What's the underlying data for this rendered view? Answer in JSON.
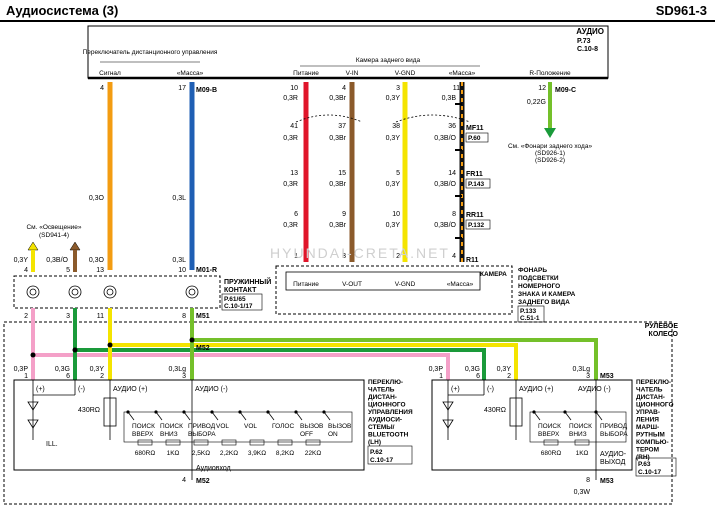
{
  "header": {
    "title": "Аудиосистема (3)",
    "code": "SD961-3"
  },
  "audio_unit": {
    "name": "АУДИО",
    "ref_p": "P.73",
    "ref_c": "C.10-8",
    "group_remote": "Переключатель дистанционного управления",
    "group_camera": "Камера заднего вида",
    "pins": {
      "signal": "Сигнал",
      "ground": "«Масса»",
      "power": "Питание",
      "vin": "V-IN",
      "vgnd": "V-GND",
      "ground2": "«Масса»",
      "rpos": "R-Положение"
    },
    "pin_numbers": {
      "signal": "4",
      "ground": "17",
      "power": "10",
      "vin": "4",
      "vgnd": "3",
      "ground2": "11",
      "rpos": "12"
    },
    "connector_b": "M09-B",
    "connector_c": "M09-C"
  },
  "wires": {
    "w1": "0,3R",
    "w2": "0,3Br",
    "w3": "0,3Y",
    "w4": "0,3B",
    "w5": "0,22G",
    "w6": "0,3O",
    "w7": "0,3L",
    "w8": "0,3Lg",
    "w9": "0,3P",
    "w10": "0,3G",
    "w11": "0,3B/O",
    "w12": "0,3W",
    "w13": "0,3Y"
  },
  "connectors": {
    "mf11": "MF11",
    "mf11_ref": "P.60",
    "fr11": "FR11",
    "fr11_ref": "P.143",
    "rr11": "RR11",
    "rr11_ref": "P.132",
    "r11": "R11",
    "m01r": "M01-R",
    "m51": "M51",
    "m52": "M52",
    "m53": "M53",
    "m52b": "M52",
    "m53b": "M53"
  },
  "mf11_pins": [
    "41",
    "37",
    "38",
    "36"
  ],
  "fr11_pins": [
    "13",
    "15",
    "5",
    "14"
  ],
  "rr11_pins": [
    "6",
    "9",
    "10",
    "8"
  ],
  "r11_pins": [
    "1",
    "3",
    "2",
    "4"
  ],
  "m01r_pins": [
    "4",
    "5",
    "13",
    "10"
  ],
  "m51_pins": [
    "2",
    "3",
    "11",
    "8"
  ],
  "left_switch_pins": [
    "1",
    "6",
    "2",
    "3"
  ],
  "right_switch_pins": [
    "1",
    "6",
    "2",
    "3"
  ],
  "ref_lamp": {
    "text": "См. «Фонари заднего хода»",
    "sub1": "(SD926-1)",
    "sub2": "(SD926-2)"
  },
  "ref_light": {
    "text": "См. «Освещение»",
    "sub": "(SD941-4)"
  },
  "camera": {
    "power": "Питание",
    "vout": "V-OUT",
    "vgnd": "V-GND",
    "ground": "«Масса»",
    "label1": "ФОНАРЬ",
    "label2": "ПОДСВЕТКИ",
    "label3": "НОМЕРНОГО",
    "label4": "ЗНАКА И КАМЕРА",
    "label5": "ЗАДНЕГО ВИДА",
    "ref_p": "P.133",
    "ref_c": "C.51-1"
  },
  "spring": {
    "label1": "ПРУЖИННЫЙ",
    "label2": "КОНТАКТ",
    "ref_p": "P.61/65",
    "ref_c": "C.10-1/17"
  },
  "steering": {
    "label1": "РУЛЕВОЕ",
    "label2": "КОЛЕСО"
  },
  "left_switch": {
    "audio_plus": "АУДИО (+)",
    "audio_minus": "АУДИО (-)",
    "plus": "(+)",
    "minus": "(-)",
    "ill": "ILL.",
    "r_main": "430RΩ",
    "output": "Аудиовход",
    "buttons": [
      {
        "top": "ПОИСК",
        "bot": "ВВЕРХ",
        "res": "680RΩ"
      },
      {
        "top": "ПОИСК",
        "bot": "ВНИЗ",
        "res": "1KΩ"
      },
      {
        "top": "ПРИВОД",
        "bot": "ВЫБОРА",
        "res": "2,5KΩ"
      },
      {
        "top": "VOL",
        "bot": "",
        "res": "2,2KΩ"
      },
      {
        "top": "VOL",
        "bot": "",
        "res": "3,9KΩ"
      },
      {
        "top": "ГОЛОС",
        "bot": "",
        "res": "8,2KΩ"
      },
      {
        "top": "ВЫЗОВ",
        "bot": "OFF",
        "res": "22KΩ"
      },
      {
        "top": "ВЫЗОВ",
        "bot": "ON",
        "res": ""
      }
    ],
    "name": [
      "ПЕРЕКЛЮ-",
      "ЧАТЕЛЬ",
      "ДИСТАН-",
      "ЦИОННОГО",
      "УПРАВЛЕНИЯ",
      "АУДИОСИ-",
      "СТЕМЫ/",
      "BLUETOOTH",
      "(LH)"
    ],
    "ref_p": "P.62",
    "ref_c": "C.10-17"
  },
  "right_switch": {
    "audio_plus": "АУДИО (+)",
    "audio_minus": "АУДИО (-)",
    "plus": "(+)",
    "minus": "(-)",
    "r_main": "430RΩ",
    "output1": "АУДИО-",
    "output2": "ВЫХОД",
    "buttons": [
      {
        "top": "ПОИСК",
        "bot": "ВВЕРХ",
        "res": "680RΩ"
      },
      {
        "top": "ПОИСК",
        "bot": "ВНИЗ",
        "res": "1KΩ"
      },
      {
        "top": "ПРИВОД",
        "bot": "ВЫБОРА",
        "res": ""
      }
    ],
    "name": [
      "ПЕРЕКЛЮ-",
      "ЧАТЕЛЬ",
      "ДИСТАН-",
      "ЦИОННОГО",
      "УПРАВ-",
      "ЛЕНИЯ",
      "МАРШ-",
      "РУТНЫМ",
      "КОМПЬЮ-",
      "ТЕРОМ",
      "(RH)"
    ],
    "ref_p": "P.63",
    "ref_c": "C.10-17"
  },
  "bottom": {
    "pin_left": "4",
    "pin_right": "8"
  },
  "watermark": "HYUNDAI-CRETA.NET",
  "colors": {
    "orange": "#f39c12",
    "blue": "#1f5fb4",
    "red": "#e0152a",
    "brown": "#8b5a2b",
    "yellow": "#f4e400",
    "black": "#111111",
    "green": "#1a9a3a",
    "lightgreen": "#74c02a",
    "pink": "#f4a0c8"
  }
}
